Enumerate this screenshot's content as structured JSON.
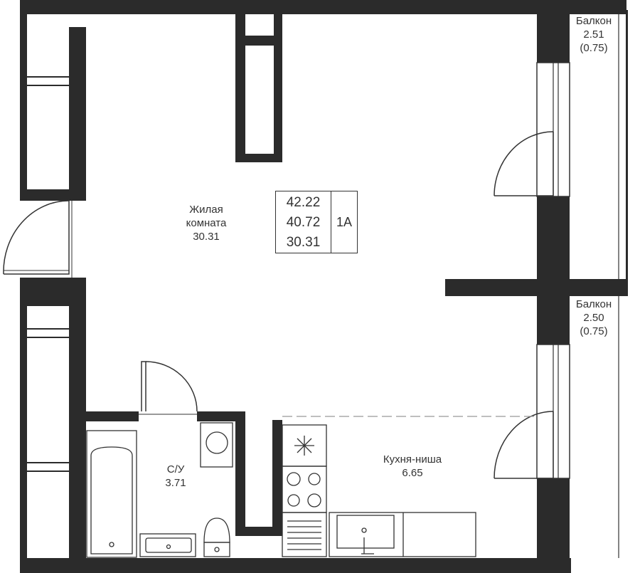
{
  "rooms": {
    "living": {
      "name_line1": "Жилая",
      "name_line2": "комната",
      "area": "30.31"
    },
    "bathroom": {
      "name": "С/У",
      "area": "3.71"
    },
    "kitchen": {
      "name": "Кухня-ниша",
      "area": "6.65"
    },
    "balcony_top": {
      "name": "Балкон",
      "area": "2.51",
      "reduced": "(0.75)"
    },
    "balcony_bottom": {
      "name": "Балкон",
      "area": "2.50",
      "reduced": "(0.75)"
    }
  },
  "summary": {
    "total": "42.22",
    "living_total": "40.72",
    "living": "30.31",
    "apartment": "1А"
  },
  "colors": {
    "wall": "#2b2b2b",
    "line": "#333333",
    "background": "#ffffff"
  }
}
